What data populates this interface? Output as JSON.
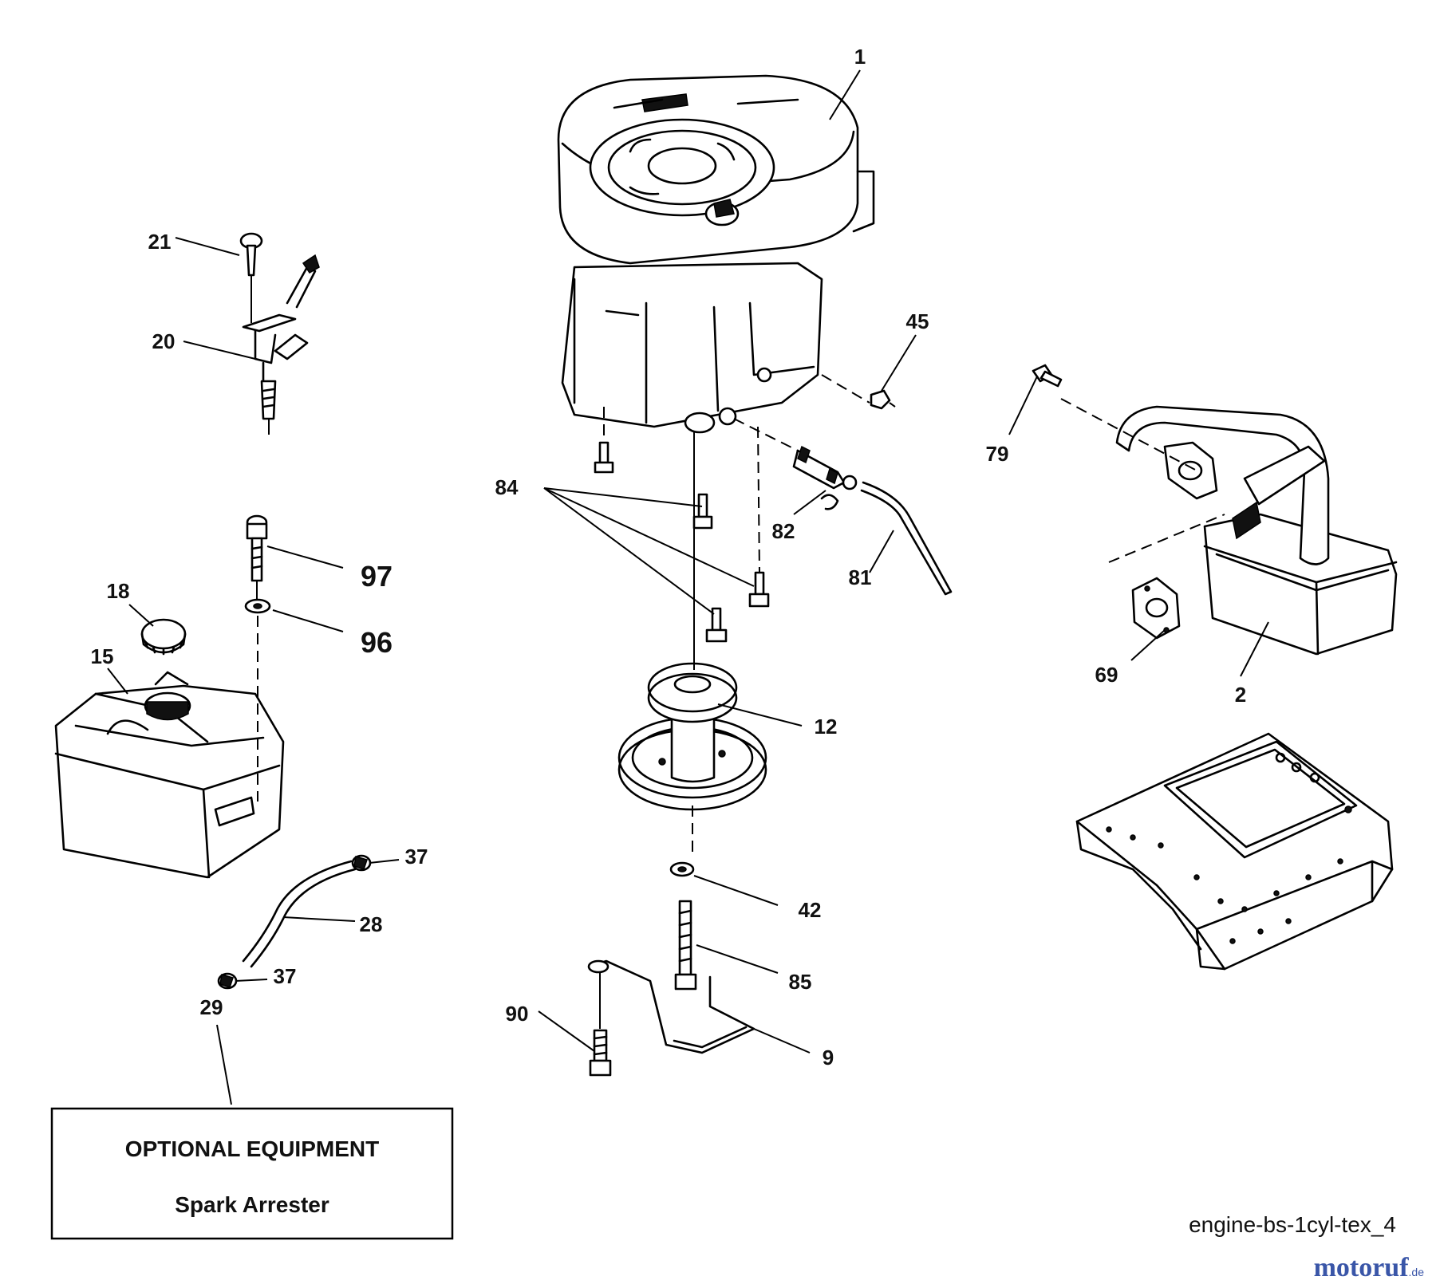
{
  "parts": [
    {
      "id": "p1",
      "label": "1"
    },
    {
      "id": "p2",
      "label": "2"
    },
    {
      "id": "p9",
      "label": "9"
    },
    {
      "id": "p12",
      "label": "12"
    },
    {
      "id": "p15",
      "label": "15"
    },
    {
      "id": "p18",
      "label": "18"
    },
    {
      "id": "p20",
      "label": "20"
    },
    {
      "id": "p21",
      "label": "21"
    },
    {
      "id": "p28",
      "label": "28"
    },
    {
      "id": "p29",
      "label": "29"
    },
    {
      "id": "p37a",
      "label": "37"
    },
    {
      "id": "p37b",
      "label": "37"
    },
    {
      "id": "p42",
      "label": "42"
    },
    {
      "id": "p45",
      "label": "45"
    },
    {
      "id": "p69",
      "label": "69"
    },
    {
      "id": "p79",
      "label": "79"
    },
    {
      "id": "p81",
      "label": "81"
    },
    {
      "id": "p82",
      "label": "82"
    },
    {
      "id": "p84",
      "label": "84"
    },
    {
      "id": "p85",
      "label": "85"
    },
    {
      "id": "p90",
      "label": "90"
    },
    {
      "id": "p96",
      "label": "96"
    },
    {
      "id": "p97",
      "label": "97"
    }
  ],
  "optional_box": {
    "title": "OPTIONAL EQUIPMENT",
    "subtitle": "Spark Arrester"
  },
  "diagram_code": "engine-bs-1cyl-tex_4",
  "watermark": {
    "text": "motoruf",
    "suffix": ".de",
    "color": "#3a56a8"
  }
}
